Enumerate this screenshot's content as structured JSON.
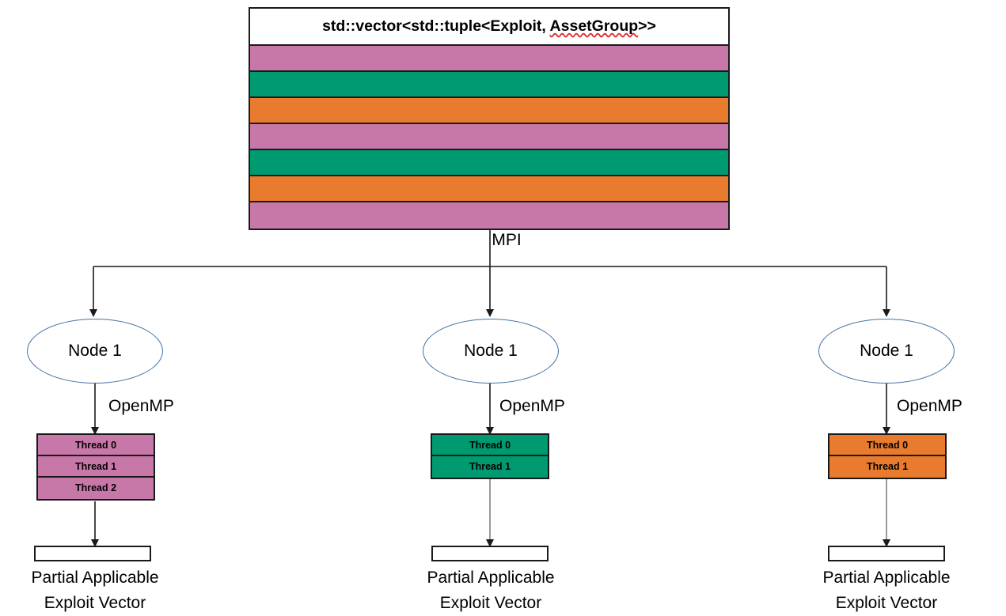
{
  "diagram": {
    "title_prefix": "std::vector<std::tuple<Exploit, ",
    "title_misspelled": "AssetGroup",
    "title_suffix": ">>",
    "title_full": "std::vector<std::tuple<Exploit, AssetGroup>>",
    "mpi_label": "MPI",
    "colors": {
      "pink": "#c878a8",
      "green": "#009a70",
      "orange": "#e87b2e",
      "outline": "#1a1a1a",
      "ellipse_stroke": "#4472a4",
      "arrow": "#1a1a1a",
      "arrow_gray": "#808080",
      "spellcheck_underline": "#e03030",
      "background": "#ffffff"
    },
    "vector_rows": [
      {
        "index": 0,
        "color": "#c878a8",
        "group": "pink"
      },
      {
        "index": 1,
        "color": "#009a70",
        "group": "green"
      },
      {
        "index": 2,
        "color": "#e87b2e",
        "group": "orange"
      },
      {
        "index": 3,
        "color": "#c878a8",
        "group": "pink"
      },
      {
        "index": 4,
        "color": "#009a70",
        "group": "green"
      },
      {
        "index": 5,
        "color": "#e87b2e",
        "group": "orange"
      },
      {
        "index": 6,
        "color": "#c878a8",
        "group": "pink"
      }
    ],
    "nodes": [
      {
        "id": "node-left",
        "label": "Node 1",
        "openmp_label": "OpenMP",
        "color": "#c878a8",
        "threads": [
          "Thread 0",
          "Thread 1",
          "Thread 2"
        ],
        "output_caption_line1": "Partial Applicable",
        "output_caption_line2": "Exploit Vector"
      },
      {
        "id": "node-middle",
        "label": "Node 1",
        "openmp_label": "OpenMP",
        "color": "#009a70",
        "threads": [
          "Thread 0",
          "Thread 1"
        ],
        "output_caption_line1": "Partial Applicable",
        "output_caption_line2": "Exploit Vector"
      },
      {
        "id": "node-right",
        "label": "Node 1",
        "openmp_label": "OpenMP",
        "color": "#e87b2e",
        "threads": [
          "Thread 0",
          "Thread 1"
        ],
        "output_caption_line1": "Partial Applicable",
        "output_caption_line2": "Exploit Vector"
      }
    ]
  }
}
